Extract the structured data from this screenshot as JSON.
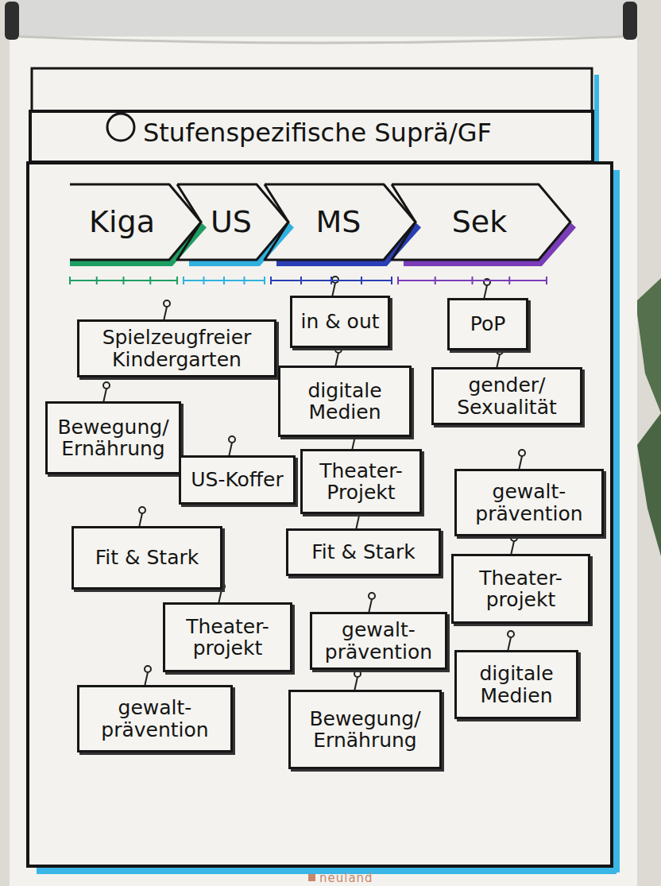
{
  "diagram": {
    "title": "Stufenspezifische Suprä/GF",
    "nodes": [
      {
        "text": [
          "Kiga"
        ]
      },
      {
        "text": [
          "US"
        ]
      },
      {
        "text": [
          "MS"
        ]
      },
      {
        "text": [
          "Sek"
        ]
      },
      {
        "text": [
          "in & out"
        ]
      },
      {
        "text": [
          "PoP"
        ]
      },
      {
        "text": [
          "Spielzeugfreier Kindergarten"
        ]
      },
      {
        "text": [
          "digitale Medien"
        ]
      },
      {
        "text": [
          "gender/ Sexualität"
        ]
      },
      {
        "text": [
          "Bewegung/ Ernährung"
        ]
      },
      {
        "text": [
          "Theater- Projekt"
        ]
      },
      {
        "text": [
          "US-Koffer"
        ]
      },
      {
        "text": [
          "gewalt- prävention"
        ]
      },
      {
        "text": [
          "Fit & Stark"
        ]
      },
      {
        "text": [
          "Fit & Stark"
        ]
      },
      {
        "text": [
          "Theater- projekt"
        ]
      },
      {
        "text": [
          "Theater- projekt"
        ]
      },
      {
        "text": [
          "gewalt- prävention"
        ]
      },
      {
        "text": [
          "digitale Medien"
        ]
      },
      {
        "text": [
          "gewalt- prävention"
        ]
      },
      {
        "text": [
          "Bewegung/ Ernährung"
        ]
      }
    ],
    "labels": [
      "neuland"
    ]
  }
}
